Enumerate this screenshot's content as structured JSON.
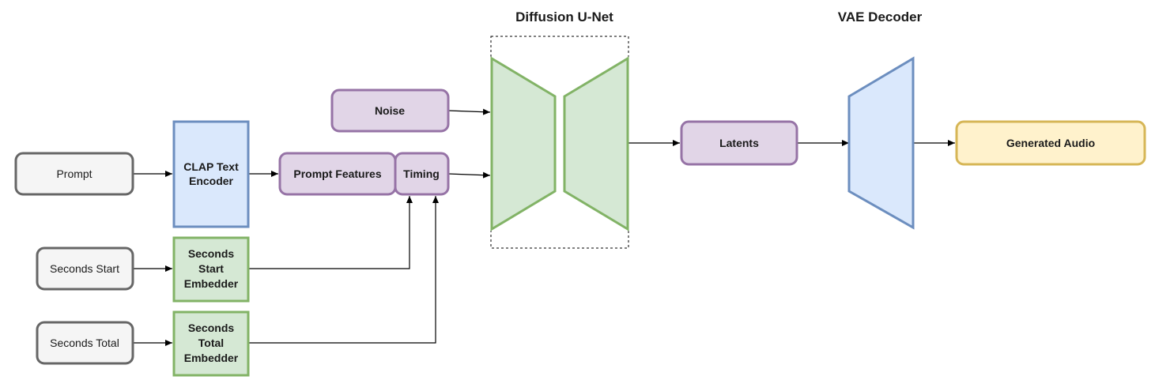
{
  "titles": {
    "unet": "Diffusion U-Net",
    "vae": "VAE Decoder"
  },
  "nodes": {
    "prompt": "Prompt",
    "clap_line1": "CLAP Text",
    "clap_line2": "Encoder",
    "prompt_features": "Prompt Features",
    "timing": "Timing",
    "noise": "Noise",
    "seconds_start": "Seconds Start",
    "seconds_start_emb_line1": "Seconds",
    "seconds_start_emb_line2": "Start",
    "seconds_start_emb_line3": "Embedder",
    "seconds_total": "Seconds Total",
    "seconds_total_emb_line1": "Seconds",
    "seconds_total_emb_line2": "Total",
    "seconds_total_emb_line3": "Embedder",
    "latents": "Latents",
    "generated_audio": "Generated Audio"
  },
  "colors": {
    "gray_fill": "#f5f5f5",
    "gray_stroke": "#666666",
    "blue_fill": "#dae8fc",
    "blue_stroke": "#6c8ebf",
    "purple_fill": "#e1d5e7",
    "purple_stroke": "#9673a6",
    "green_fill": "#d5e8d4",
    "green_stroke": "#82b366",
    "yellow_fill": "#fff2cc",
    "yellow_stroke": "#d6b656"
  }
}
